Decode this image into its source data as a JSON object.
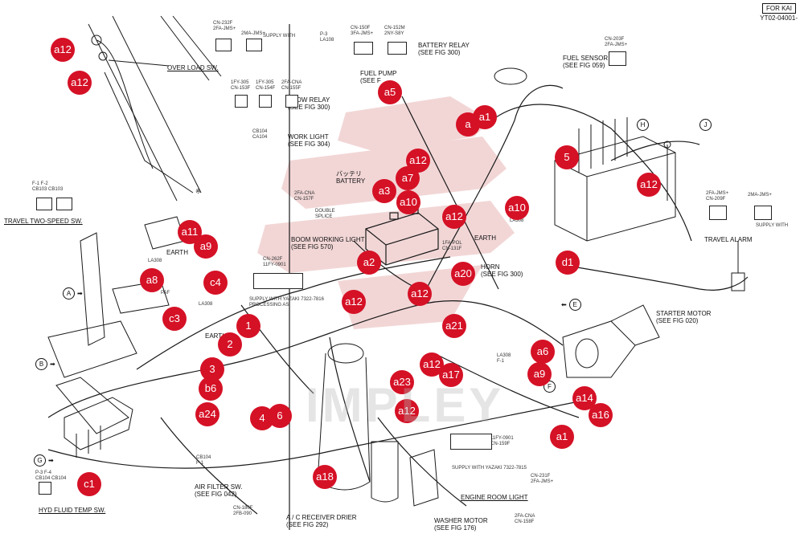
{
  "header": {
    "tag": "FOR KAI",
    "code": "YT02-04001-"
  },
  "colors": {
    "callout": "#d51126",
    "logo": "#e8b5b5",
    "line": "#1a1a1a"
  },
  "component_labels": [
    {
      "id": "over_load",
      "text": "OVER LOAD SW."
    },
    {
      "id": "battery_relay",
      "text": "BATTERY RELAY\n(SEE FIG 300)"
    },
    {
      "id": "fuel_pump",
      "text": "FUEL PUMP\n(SEE F"
    },
    {
      "id": "fuel_sensor",
      "text": "FUEL SENSOR\n(SEE FIG 059)"
    },
    {
      "id": "glow_relay",
      "text": "GLOW RELAY\n(SEE FIG 300)"
    },
    {
      "id": "work_light",
      "text": "WORK LIGHT\n(SEE FIG 304)"
    },
    {
      "id": "battery",
      "text": "バッテリ\nBATTERY"
    },
    {
      "id": "boom_light",
      "text": "BOOM WORKING LIGHT\n(SEE FIG 570)"
    },
    {
      "id": "horn",
      "text": "HORN\n(SEE FIG 300)"
    },
    {
      "id": "travel_alarm",
      "text": "TRAVEL ALARM"
    },
    {
      "id": "starter",
      "text": "STARTER MOTOR\n(SEE FIG 020)"
    },
    {
      "id": "travel_two_speed",
      "text": "TRAVEL TWO-SPEED SW."
    },
    {
      "id": "air_filter",
      "text": "AIR FILTER SW.\n(SEE FIG 042)"
    },
    {
      "id": "ac_drier",
      "text": "A / C RECEIVER DRIER\n(SEE FIG 292)"
    },
    {
      "id": "washer",
      "text": "WASHER MOTOR\n(SEE FIG 176)"
    },
    {
      "id": "engine_light",
      "text": "ENGINE ROOM LIGHT"
    },
    {
      "id": "hyd_temp",
      "text": "HYD FLUID TEMP SW."
    },
    {
      "id": "earth1",
      "text": "EARTH"
    },
    {
      "id": "earth2",
      "text": "EARTH"
    },
    {
      "id": "earth3",
      "text": "EARTH"
    },
    {
      "id": "supply",
      "text": "SUPPLY WITH"
    },
    {
      "id": "supply2",
      "text": "SUPPLY WITH"
    },
    {
      "id": "supply_yazaki",
      "text": "SUPPLY WITH YAZAKI 7322-7816\nPROCESSING AS"
    },
    {
      "id": "supply_yazaki2",
      "text": "SUPPLY WITH YAZAKI 7322-7815"
    },
    {
      "id": "double_splice",
      "text": "DOUBLE\nSPLICE"
    },
    {
      "id": "la308",
      "text": "LA308"
    },
    {
      "id": "la308b",
      "text": "LA308"
    },
    {
      "id": "la308c",
      "text": "LA308"
    },
    {
      "id": "pac",
      "text": "PAF"
    },
    {
      "id": "ref_mark",
      "text": "※"
    }
  ],
  "connector_codes": [
    {
      "id": "cn232",
      "text": "CN-232F\n2FA-JMS+"
    },
    {
      "id": "cn232b",
      "text": "2MA-JMS+"
    },
    {
      "id": "p3",
      "text": "P-3\nLA108"
    },
    {
      "id": "cn150",
      "text": "CN-150F\n3FA-JMS+"
    },
    {
      "id": "cn152",
      "text": "CN-152M\n2NY-S8Y"
    },
    {
      "id": "cn203",
      "text": "CN-203F\n2FA-JMS+"
    },
    {
      "id": "fpy",
      "text": "1FY-305\nCN-153F"
    },
    {
      "id": "fpy2",
      "text": "1FY-305\nCN-154F"
    },
    {
      "id": "cna",
      "text": "2FA-CNA\nCN-155F"
    },
    {
      "id": "cb104",
      "text": "CB104\nCA104"
    },
    {
      "id": "cn157",
      "text": "2FA-CNA\nCN-157F"
    },
    {
      "id": "cb103",
      "text": "F-1   F-2\nCB103  CB103"
    },
    {
      "id": "cn262",
      "text": "CN-262F\n11FY-0901"
    },
    {
      "id": "cn231",
      "text": "CN-231F\n2FA-JMS+"
    },
    {
      "id": "cn180",
      "text": "CN-180F\n2FB-090"
    },
    {
      "id": "cn158",
      "text": "2FA-CNA\nCN-158F"
    },
    {
      "id": "cn209",
      "text": "2FA-JMS+\nCN-209F"
    },
    {
      "id": "cn_alarm",
      "text": "2MA-JMS+"
    },
    {
      "id": "p3b",
      "text": "P-3    F-4\nCB104  CB104"
    },
    {
      "id": "cn159",
      "text": "11FY-0901\nCN-159F"
    },
    {
      "id": "cn131",
      "text": "1FA-POL\nCN-131F"
    },
    {
      "id": "cb104b",
      "text": "CB104\nF-1"
    },
    {
      "id": "la308d",
      "text": "LA308\nF-1"
    }
  ],
  "view_markers": [
    {
      "id": "A",
      "text": "A"
    },
    {
      "id": "B",
      "text": "B"
    },
    {
      "id": "G",
      "text": "G"
    },
    {
      "id": "E",
      "text": "E"
    },
    {
      "id": "H",
      "text": "H"
    },
    {
      "id": "J",
      "text": "J"
    },
    {
      "id": "F",
      "text": "F"
    }
  ],
  "callouts": [
    "a12",
    "a12",
    "a5",
    "a1",
    "a",
    "5",
    "a12",
    "a12",
    "a7",
    "a3",
    "a10",
    "a10",
    "a12",
    "a11",
    "a9",
    "a8",
    "c4",
    "a2",
    "a20",
    "d1",
    "a12",
    "a12",
    "a21",
    "1",
    "2",
    "3",
    "b6",
    "a24",
    "4",
    "6",
    "c3",
    "a23",
    "a17",
    "a12",
    "a12",
    "a18",
    "a1",
    "a6",
    "a9",
    "a14",
    "a16",
    "c1"
  ],
  "watermark": "IMPLEY"
}
